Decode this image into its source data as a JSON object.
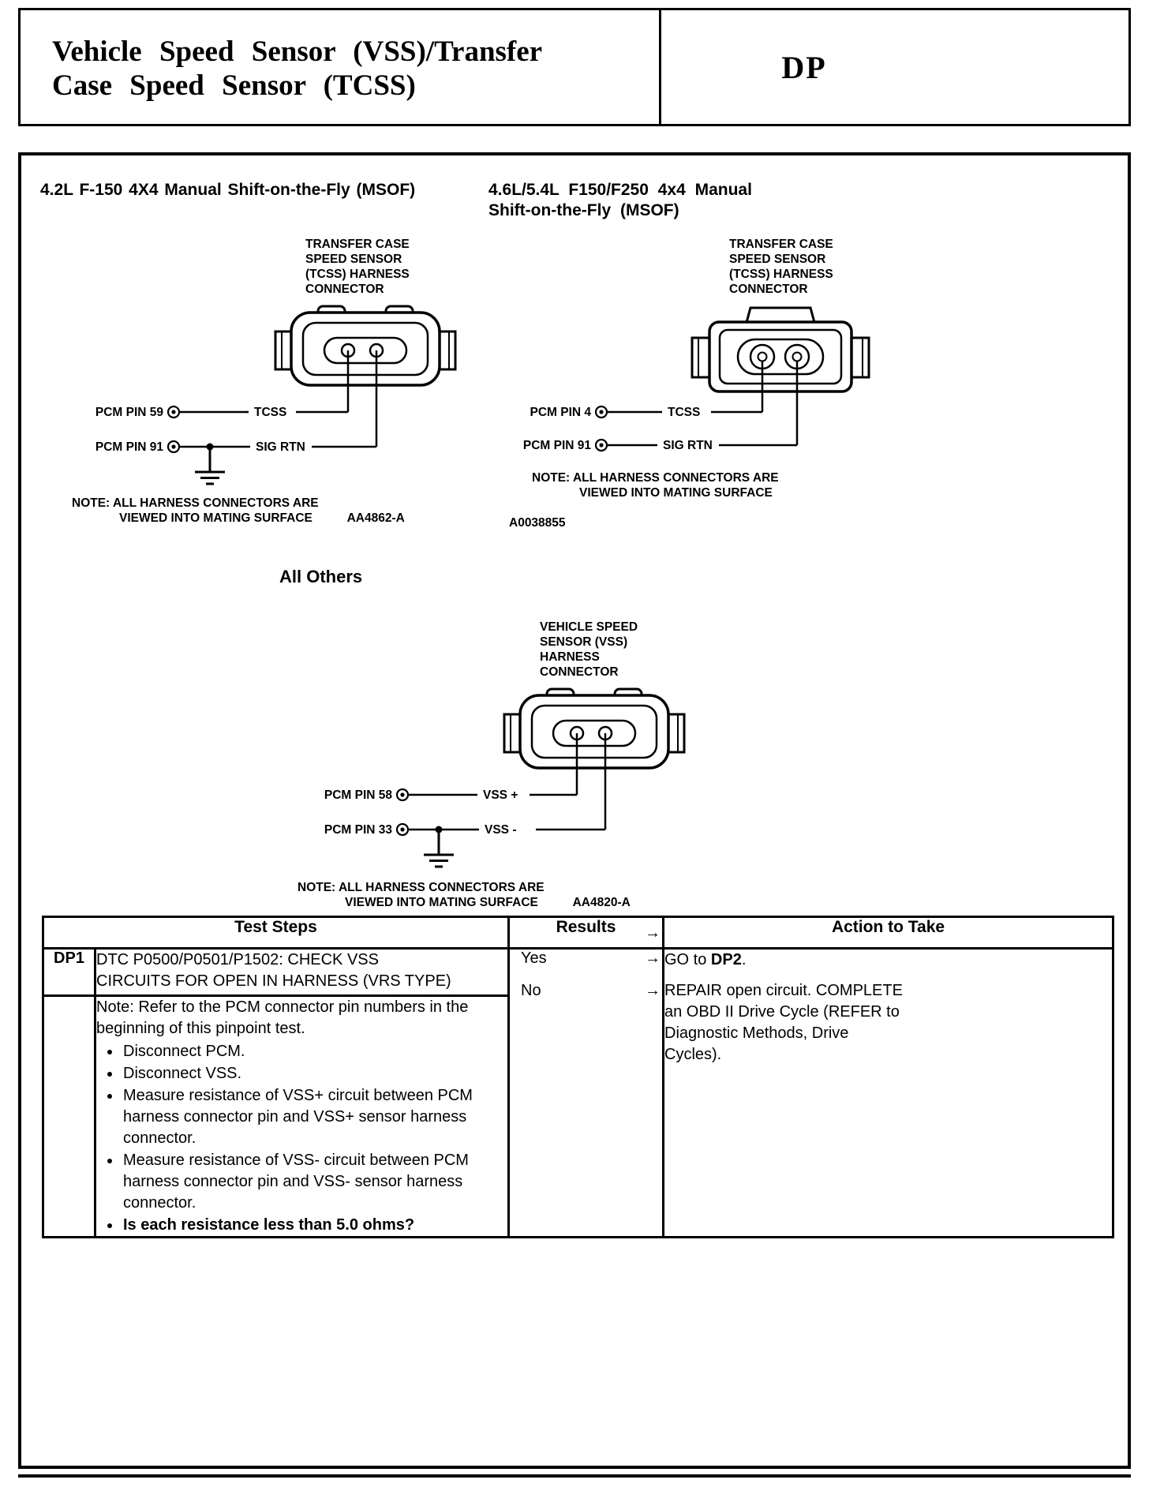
{
  "header": {
    "title_line1": "Vehicle Speed Sensor (VSS)/Transfer",
    "title_line2": "Case Speed Sensor (TCSS)",
    "code": "DP"
  },
  "figures": {
    "others_heading": "All Others",
    "left": {
      "heading": "4.2L F-150 4X4 Manual Shift-on-the-Fly (MSOF)",
      "connector_label": {
        "l1": "TRANSFER CASE",
        "l2": "SPEED SENSOR",
        "l3": "(TCSS) HARNESS",
        "l4": "CONNECTOR"
      },
      "pin1": "PCM PIN 59",
      "sig1": "TCSS",
      "pin2": "PCM PIN 91",
      "sig2": "SIG RTN",
      "note1": "NOTE:  ALL HARNESS CONNECTORS ARE",
      "note2": "VIEWED INTO MATING SURFACE",
      "figure_id": "AA4862-A"
    },
    "right": {
      "heading1": "4.6L/5.4L F150/F250 4x4 Manual",
      "heading2": "Shift-on-the-Fly (MSOF)",
      "connector_label": {
        "l1": "TRANSFER CASE",
        "l2": "SPEED SENSOR",
        "l3": "(TCSS) HARNESS",
        "l4": "CONNECTOR"
      },
      "pin1": "PCM PIN 4",
      "sig1": "TCSS",
      "pin2": "PCM PIN 91",
      "sig2": "SIG RTN",
      "note1": "NOTE: ALL HARNESS CONNECTORS ARE",
      "note2": "VIEWED INTO MATING SURFACE",
      "figure_id": "A0038855"
    },
    "vss": {
      "connector_label": {
        "l1": "VEHICLE SPEED",
        "l2": "SENSOR (VSS)",
        "l3": "HARNESS",
        "l4": "CONNECTOR"
      },
      "pin1": "PCM PIN 58",
      "sig1": "VSS +",
      "pin2": "PCM PIN 33",
      "sig2": "VSS -",
      "note1": "NOTE: ALL HARNESS CONNECTORS ARE",
      "note2": "VIEWED INTO MATING SURFACE",
      "figure_id": "AA4820-A"
    }
  },
  "table": {
    "header": {
      "test_steps": "Test Steps",
      "results": "Results",
      "arrow": "→",
      "action": "Action to Take"
    },
    "dp1": {
      "id": "DP1",
      "title1": "DTC P0500/P0501/P1502: CHECK VSS",
      "title2": "CIRCUITS FOR OPEN IN HARNESS (VRS TYPE)",
      "note": "Note: Refer to the PCM connector pin numbers in the beginning of this pinpoint test.",
      "bullets": [
        "Disconnect PCM.",
        "Disconnect VSS.",
        "Measure resistance of VSS+ circuit between PCM harness connector pin and VSS+ sensor harness connector.",
        "Measure resistance of VSS- circuit between PCM harness connector pin and VSS- sensor harness connector."
      ],
      "final_question": "Is each resistance less than 5.0 ohms?",
      "results": [
        {
          "label": "Yes",
          "arrow": "→"
        },
        {
          "label": "No",
          "arrow": "→"
        }
      ],
      "action_yes_prefix": "GO to ",
      "action_yes_bold": "DP2",
      "action_yes_suffix": ".",
      "action_no": "REPAIR open circuit. COMPLETE an OBD II Drive Cycle (REFER to Diagnostic Methods, Drive Cycles)."
    }
  }
}
